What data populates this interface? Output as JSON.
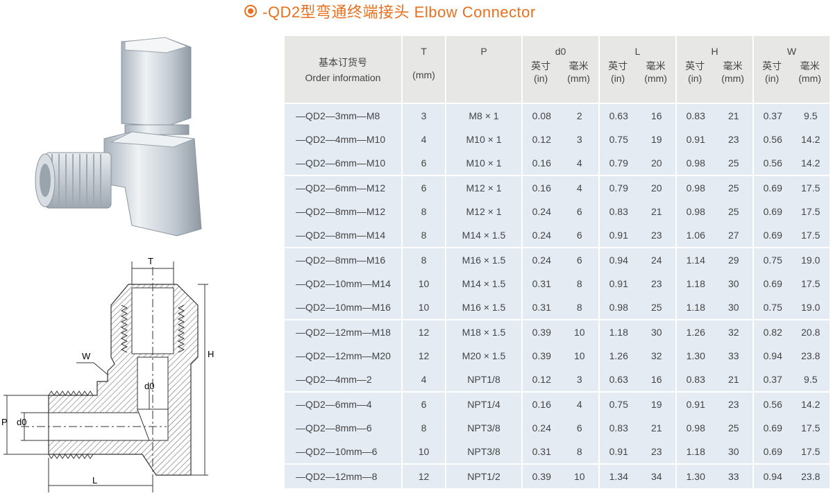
{
  "title": "-QD2型弯通终端接头 Elbow Connector",
  "accent_color": "#e8701e",
  "table_bg": "#e4ebf3",
  "header_bg": "#e7e7e5",
  "drawing_labels": {
    "T": "T",
    "H": "H",
    "W": "W",
    "d0_inner": "d0",
    "P": "P",
    "d0_left": "d0",
    "L": "L"
  },
  "headers": {
    "order_cn": "基本订货号",
    "order_en": "Order information",
    "T": "T",
    "T_unit": "(mm)",
    "P": "P",
    "d0": "d0",
    "L": "L",
    "H": "H",
    "W": "W",
    "inch_cn": "英寸",
    "inch_unit": "(in)",
    "mm_cn": "毫米",
    "mm_unit": "(mm)"
  },
  "rows": [
    {
      "order": "—QD2—3mm—M8",
      "T": "3",
      "P": "M8 × 1",
      "d0_in": "0.08",
      "d0_mm": "2",
      "L_in": "0.63",
      "L_mm": "16",
      "H_in": "0.83",
      "H_mm": "21",
      "W_in": "0.37",
      "W_mm": "9.5"
    },
    {
      "order": "—QD2—4mm—M10",
      "T": "4",
      "P": "M10 × 1",
      "d0_in": "0.12",
      "d0_mm": "3",
      "L_in": "0.75",
      "L_mm": "19",
      "H_in": "0.91",
      "H_mm": "23",
      "W_in": "0.56",
      "W_mm": "14.2"
    },
    {
      "order": "—QD2—6mm—M10",
      "T": "6",
      "P": "M10 × 1",
      "d0_in": "0.16",
      "d0_mm": "4",
      "L_in": "0.79",
      "L_mm": "20",
      "H_in": "0.98",
      "H_mm": "25",
      "W_in": "0.56",
      "W_mm": "14.2"
    },
    {
      "order": "—QD2—6mm—M12",
      "T": "6",
      "P": "M12 × 1",
      "d0_in": "0.16",
      "d0_mm": "4",
      "L_in": "0.79",
      "L_mm": "20",
      "H_in": "0.98",
      "H_mm": "25",
      "W_in": "0.69",
      "W_mm": "17.5"
    },
    {
      "order": "—QD2—8mm—M12",
      "T": "8",
      "P": "M12 × 1",
      "d0_in": "0.24",
      "d0_mm": "6",
      "L_in": "0.83",
      "L_mm": "21",
      "H_in": "0.98",
      "H_mm": "25",
      "W_in": "0.69",
      "W_mm": "17.5"
    },
    {
      "order": "—QD2—8mm—M14",
      "T": "8",
      "P": "M14 × 1.5",
      "d0_in": "0.24",
      "d0_mm": "6",
      "L_in": "0.91",
      "L_mm": "23",
      "H_in": "1.06",
      "H_mm": "27",
      "W_in": "0.69",
      "W_mm": "17.5"
    },
    {
      "order": "—QD2—8mm—M16",
      "T": "8",
      "P": "M16 × 1.5",
      "d0_in": "0.24",
      "d0_mm": "6",
      "L_in": "0.94",
      "L_mm": "24",
      "H_in": "1.14",
      "H_mm": "29",
      "W_in": "0.75",
      "W_mm": "19.0"
    },
    {
      "order": "—QD2—10mm—M14",
      "T": "10",
      "P": "M14 × 1.5",
      "d0_in": "0.31",
      "d0_mm": "8",
      "L_in": "0.91",
      "L_mm": "23",
      "H_in": "1.18",
      "H_mm": "30",
      "W_in": "0.69",
      "W_mm": "17.5"
    },
    {
      "order": "—QD2—10mm—M16",
      "T": "10",
      "P": "M16 × 1.5",
      "d0_in": "0.31",
      "d0_mm": "8",
      "L_in": "0.98",
      "L_mm": "25",
      "H_in": "1.18",
      "H_mm": "30",
      "W_in": "0.75",
      "W_mm": "19.0"
    },
    {
      "order": "—QD2—12mm—M18",
      "T": "12",
      "P": "M18 × 1.5",
      "d0_in": "0.39",
      "d0_mm": "10",
      "L_in": "1.18",
      "L_mm": "30",
      "H_in": "1.26",
      "H_mm": "32",
      "W_in": "0.82",
      "W_mm": "20.8"
    },
    {
      "order": "—QD2—12mm—M20",
      "T": "12",
      "P": "M20 × 1.5",
      "d0_in": "0.39",
      "d0_mm": "10",
      "L_in": "1.26",
      "L_mm": "32",
      "H_in": "1.30",
      "H_mm": "33",
      "W_in": "0.94",
      "W_mm": "23.8"
    },
    {
      "order": "—QD2—4mm—2",
      "T": "4",
      "P": "NPT1/8",
      "d0_in": "0.12",
      "d0_mm": "3",
      "L_in": "0.63",
      "L_mm": "16",
      "H_in": "0.83",
      "H_mm": "21",
      "W_in": "0.37",
      "W_mm": "9.5"
    },
    {
      "order": "—QD2—6mm—4",
      "T": "6",
      "P": "NPT1/4",
      "d0_in": "0.16",
      "d0_mm": "4",
      "L_in": "0.75",
      "L_mm": "19",
      "H_in": "0.91",
      "H_mm": "23",
      "W_in": "0.56",
      "W_mm": "14.2"
    },
    {
      "order": "—QD2—8mm—6",
      "T": "8",
      "P": "NPT3/8",
      "d0_in": "0.24",
      "d0_mm": "6",
      "L_in": "0.83",
      "L_mm": "21",
      "H_in": "0.98",
      "H_mm": "25",
      "W_in": "0.69",
      "W_mm": "17.5"
    },
    {
      "order": "—QD2—10mm—6",
      "T": "10",
      "P": "NPT3/8",
      "d0_in": "0.31",
      "d0_mm": "8",
      "L_in": "0.91",
      "L_mm": "23",
      "H_in": "1.18",
      "H_mm": "30",
      "W_in": "0.69",
      "W_mm": "17.5"
    },
    {
      "order": "—QD2—12mm—8",
      "T": "12",
      "P": "NPT1/2",
      "d0_in": "0.39",
      "d0_mm": "10",
      "L_in": "1.34",
      "L_mm": "34",
      "H_in": "1.30",
      "H_mm": "33",
      "W_in": "0.94",
      "W_mm": "23.8"
    }
  ]
}
